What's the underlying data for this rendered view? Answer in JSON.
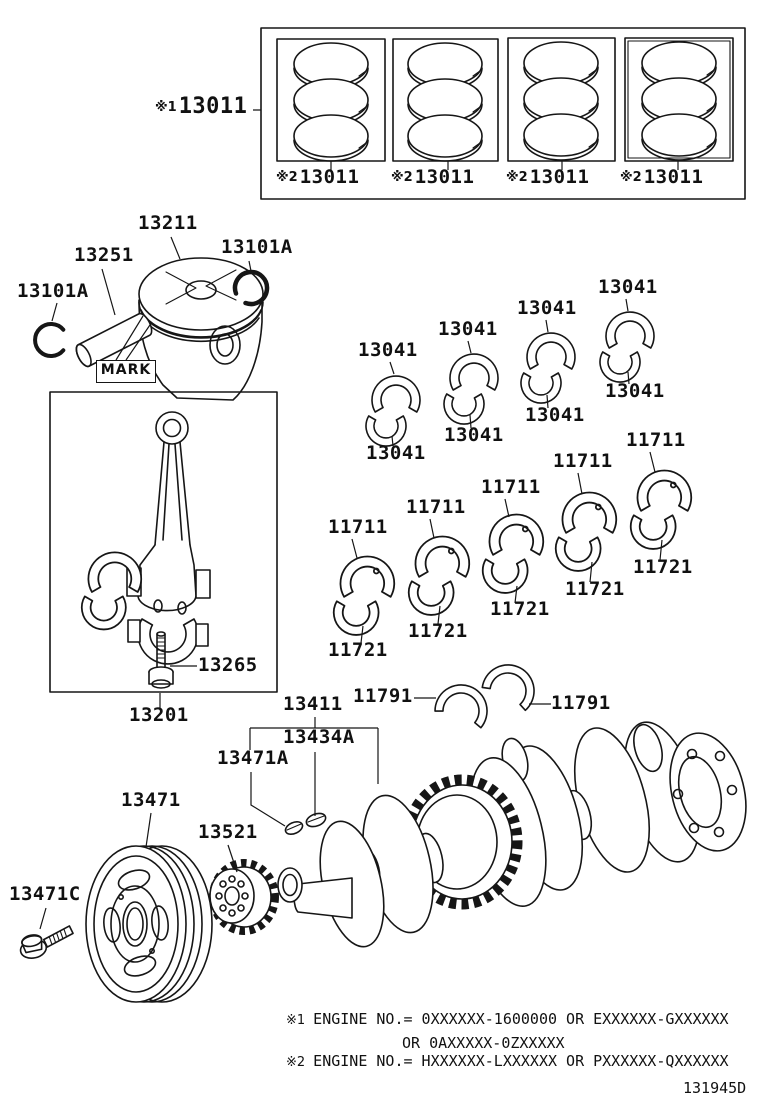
{
  "figure": {
    "code": "131945D",
    "ref1": "※1",
    "ref2": "※2",
    "mark_label": "MARK"
  },
  "parts": {
    "piston_ring_set": "13011",
    "piston": "13211",
    "piston_pin": "13251",
    "pin_snap_ring": "13101A",
    "connecting_rod": "13201",
    "connecting_rod_bolt": "13265",
    "connecting_rod_bearing": "13041",
    "crankshaft_bearing_upper": "11711",
    "crankshaft_bearing_lower": "11721",
    "crankshaft_thrust_washer": "11791",
    "crankshaft": "13411",
    "crankshaft_key": "13434A",
    "crankshaft_set_key": "13471A",
    "crankshaft_pulley": "13471",
    "crankshaft_pulley_bolt": "13471C",
    "crankshaft_timing_sprocket": "13521"
  },
  "notes": {
    "note1_ref": "※1",
    "note1_line1": "ENGINE NO.= 0XXXXXX-1600000 OR EXXXXXX-GXXXXXX",
    "note1_line2": "OR 0AXXXXX-0ZXXXXX",
    "note2_ref": "※2",
    "note2_line1": "ENGINE NO.= HXXXXXX-LXXXXXX OR PXXXXXX-QXXXXXX"
  }
}
